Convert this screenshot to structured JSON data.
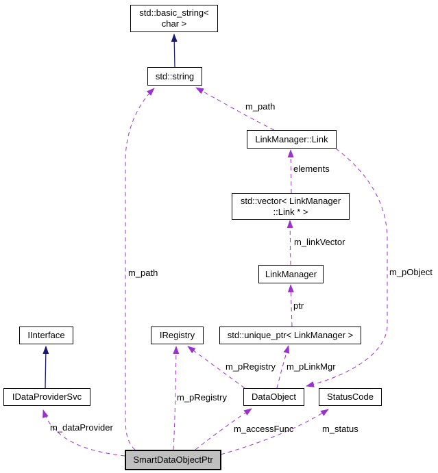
{
  "diagram": {
    "kind": "collaboration-graph",
    "colors": {
      "usage_edge": "#9a32cd",
      "inheritance_edge": "#191970",
      "node_border": "#000000",
      "node_fill": "#ffffff",
      "selected_node_fill": "#bfbfbf",
      "background": "#ffffff",
      "text": "#000000"
    },
    "nodes": {
      "basic_string": {
        "line1": "std::basic_string<",
        "line2": "char >"
      },
      "std_string": {
        "label": "std::string"
      },
      "link": {
        "label": "LinkManager::Link"
      },
      "vector": {
        "line1": "std::vector< LinkManager",
        "line2": "::Link * >"
      },
      "link_manager": {
        "label": "LinkManager"
      },
      "iregistry": {
        "label": "IRegistry"
      },
      "unique_ptr": {
        "label": "std::unique_ptr< LinkManager >"
      },
      "iinterface": {
        "label": "IInterface"
      },
      "idataprovidersvc": {
        "label": "IDataProviderSvc"
      },
      "dataobject": {
        "label": "DataObject"
      },
      "statuscode": {
        "label": "StatusCode"
      },
      "smartdataobjectptr": {
        "label": "SmartDataObjectPtr"
      }
    },
    "edge_labels": {
      "m_path_right": "m_path",
      "m_path_left": "m_path",
      "elements": "elements",
      "m_linkVector": "m_linkVector",
      "m_pObject": "m_pObject",
      "ptr": "ptr",
      "m_pRegistry_upper": "m_pRegistry",
      "m_pRegistry_lower": "m_pRegistry",
      "m_pLinkMgr": "m_pLinkMgr",
      "m_dataProvider": "m_dataProvider",
      "m_accessFunc": "m_accessFunc",
      "m_status": "m_status"
    }
  }
}
